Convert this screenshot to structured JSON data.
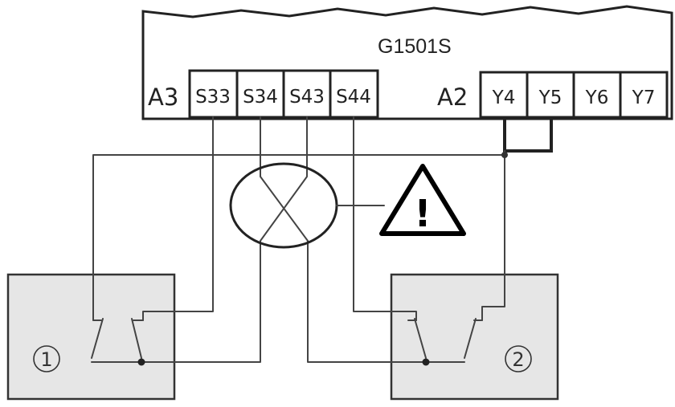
{
  "module": {
    "title": "G1501S",
    "group_a3_label": "A3",
    "group_a2_label": "A2",
    "a3_terminals": [
      "S33",
      "S34",
      "S43",
      "S44"
    ],
    "a2_terminals": [
      "Y4",
      "Y5",
      "Y6",
      "Y7"
    ]
  },
  "devices": [
    {
      "number": "1",
      "fill": "#e6e6e6"
    },
    {
      "number": "2",
      "fill": "#e6e6e6"
    }
  ],
  "warning": {
    "icon": "warning-triangle-icon",
    "glyph": "!",
    "color": "#000000"
  },
  "crossover": {
    "icon": "crossed-wires-icon"
  }
}
